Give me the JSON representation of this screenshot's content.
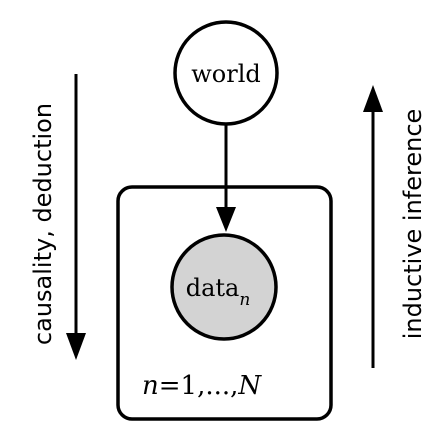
{
  "diagram": {
    "world_label": "world",
    "data_label_main": "data",
    "data_label_subscript": "n",
    "plate_label_var": "n",
    "plate_label_rest": "=1,...,",
    "plate_label_N": "N",
    "left_arrow_label": "causality, deduction",
    "right_arrow_label": "inductive inference"
  },
  "colors": {
    "stroke": "#000000",
    "world_fill": "#ffffff",
    "data_fill": "#d3d3d3",
    "background": "#ffffff"
  }
}
